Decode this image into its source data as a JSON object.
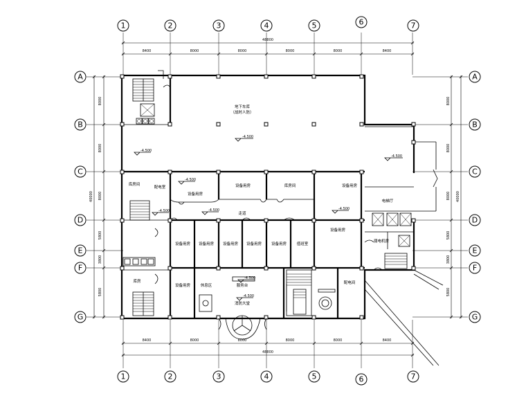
{
  "axes_h": [
    "1",
    "2",
    "3",
    "4",
    "5",
    "6",
    "7"
  ],
  "axes_v": [
    "A",
    "B",
    "C",
    "D",
    "E",
    "F",
    "G"
  ],
  "dims_top": [
    "8400",
    "8000",
    "8000",
    "8000",
    "8000",
    "8400"
  ],
  "dims_bottom": [
    "8400",
    "8000",
    "8000",
    "8000",
    "8000",
    "8400"
  ],
  "total_top": "48800",
  "total_bottom": "48800",
  "dims_left": [
    "8000",
    "8000",
    "8000",
    "5800",
    "3800",
    "5800"
  ],
  "total_left": "40000",
  "dims_right": [
    "8000",
    "8000",
    "8000",
    "5800",
    "3800",
    "5800"
  ],
  "total_right": "40000",
  "rooms": {
    "garage": "地下车库",
    "garage_sub": "（战时人防）",
    "r1": "库房间",
    "r2": "配电室",
    "r3": "设备用房",
    "r4": "设备用房",
    "r5": "库房间",
    "r6": "走道",
    "r7": "设备用房",
    "r8": "电梯厅",
    "r9": "弱电机房",
    "r10": "设备用房",
    "r11": "设备用房",
    "r12": "设备用房",
    "r13": "设备用房",
    "r14": "设备用房",
    "r15": "值班室",
    "r16": "库房",
    "r17": "设备用房",
    "r18": "休息区",
    "r19": "服务台",
    "r20": "消防大堂",
    "r21": "配电间",
    "r22": "设备用房"
  },
  "elevations": [
    "-4.500",
    "-4.500",
    "-4.500",
    "-4.500",
    "-4.500",
    "-4.500",
    "-4.500",
    "-4.500",
    "-4.500"
  ]
}
